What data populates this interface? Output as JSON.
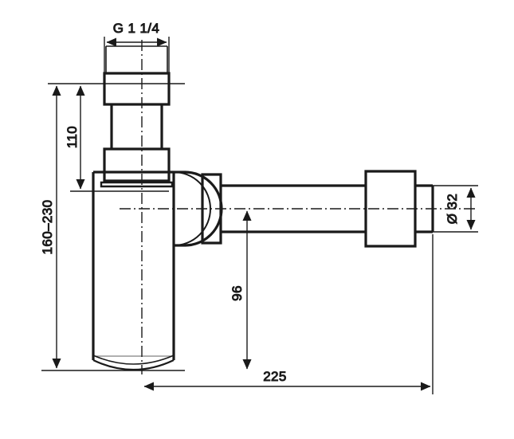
{
  "drawing": {
    "title": "Bottle trap dimensioned technical drawing",
    "line_color": "#1a1a1a",
    "background_color": "#ffffff",
    "dimensions": {
      "thread_size": {
        "label": "G 1 1/4",
        "orientation": "horizontal",
        "position": "top"
      },
      "inlet_height": {
        "label": "110",
        "orientation": "vertical-rotated",
        "position": "left-inner"
      },
      "total_height_range": {
        "label": "160–230",
        "orientation": "vertical-rotated",
        "position": "left-outer"
      },
      "outlet_diameter": {
        "label": "Ø 32",
        "orientation": "vertical-rotated",
        "position": "right"
      },
      "drop_height": {
        "label": "96",
        "orientation": "vertical-rotated",
        "position": "center-bottom"
      },
      "projection_length": {
        "label": "225",
        "orientation": "horizontal",
        "position": "bottom"
      }
    }
  }
}
